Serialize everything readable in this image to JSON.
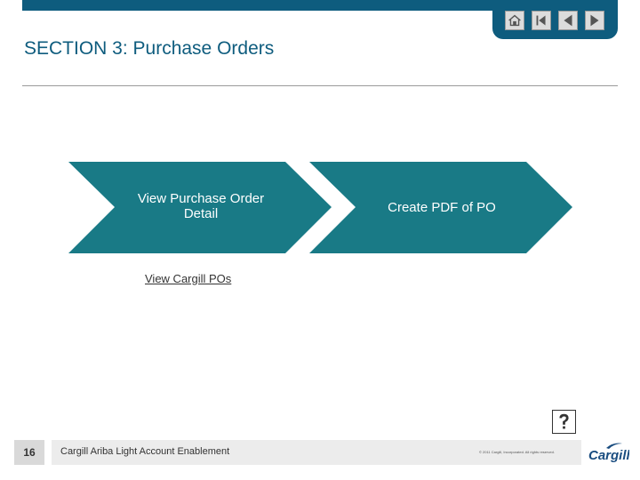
{
  "header": {
    "title": "SECTION 3: Purchase Orders",
    "accent_color": "#0e5c7e",
    "nav_icons": [
      "home-icon",
      "first-slide-icon",
      "previous-slide-icon",
      "next-slide-icon"
    ]
  },
  "process": {
    "steps": [
      {
        "label": "View Purchase Order Detail"
      },
      {
        "label": "Create PDF of PO"
      }
    ],
    "fill_color": "#197a86",
    "link": "View Cargill POs"
  },
  "footer": {
    "page_number": "16",
    "text": "Cargill Ariba Light Account Enablement",
    "copyright": "© 2011 Cargill, Incorporated. All rights reserved.",
    "logo_text": "Cargill"
  }
}
